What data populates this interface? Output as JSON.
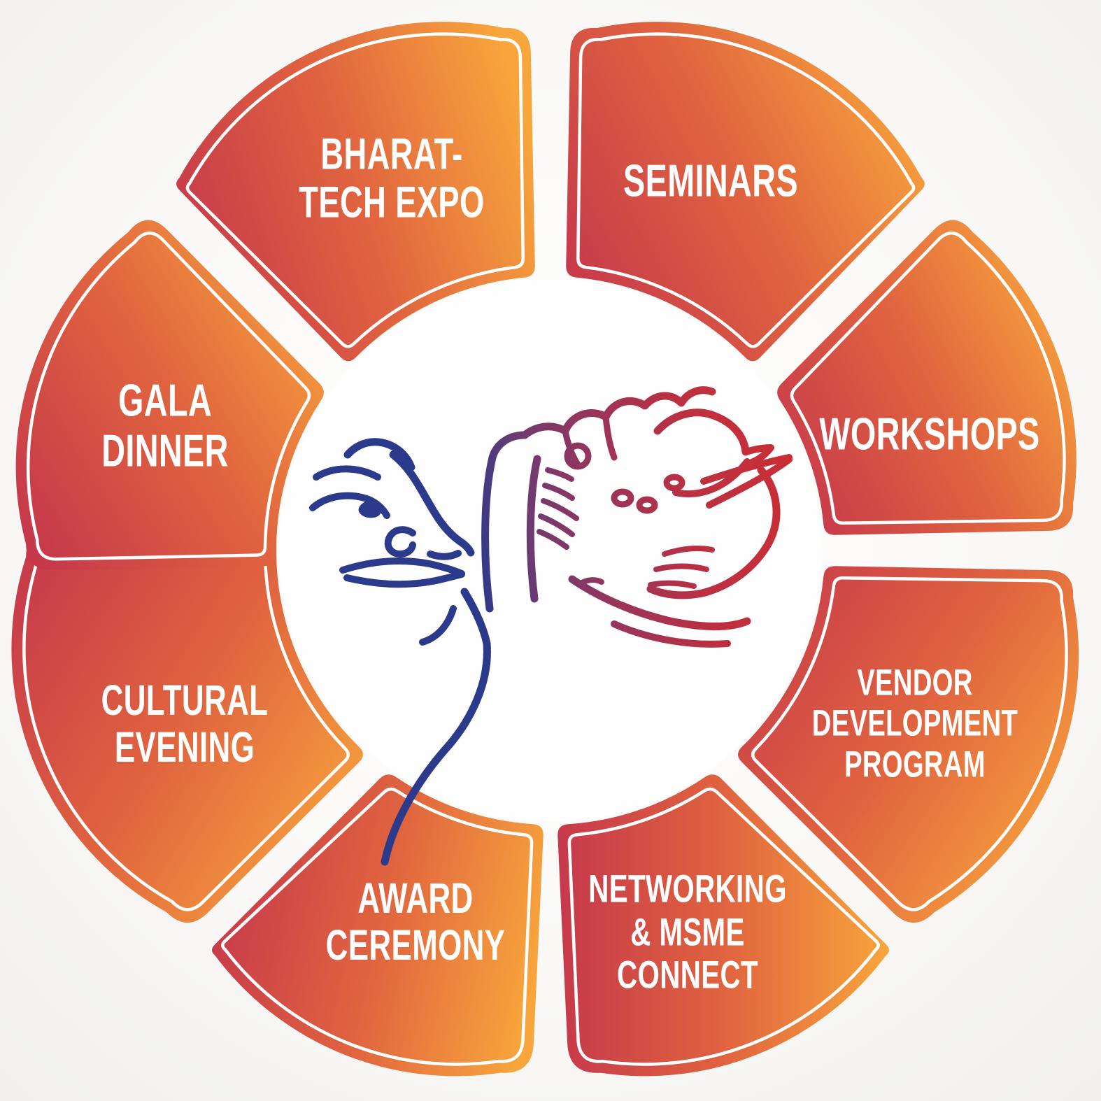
{
  "title": "Event components wheel",
  "center_illustration": "woman-blowing-conch-shell-line-art",
  "segments": [
    {
      "id": "seminars",
      "label": "SEMINARS"
    },
    {
      "id": "workshops",
      "label": "WORKSHOPS"
    },
    {
      "id": "vendor",
      "label": "VENDOR\nDEVELOPMENT\nPROGRAM"
    },
    {
      "id": "networking",
      "label": "NETWORKING\n& MSME\nCONNECT"
    },
    {
      "id": "award",
      "label": "AWARD\nCEREMONY"
    },
    {
      "id": "cultural",
      "label": "CULTURAL\nEVENING"
    },
    {
      "id": "gala",
      "label": "GALA\nDINNER"
    },
    {
      "id": "bharat",
      "label": "BHARAT-\nTECH EXPO"
    }
  ],
  "palette": {
    "segment_red": "#c6394b",
    "segment_mid": "#e0633f",
    "segment_orange": "#f8a63c",
    "segment_inline": "#ffffff",
    "label_text": "#ffffff",
    "ink_navy": "#2b3a8a",
    "ink_purple": "#6d3b72",
    "ink_maroon": "#9c3458",
    "ink_red": "#ca2e35",
    "background": "#f6f5f3"
  }
}
